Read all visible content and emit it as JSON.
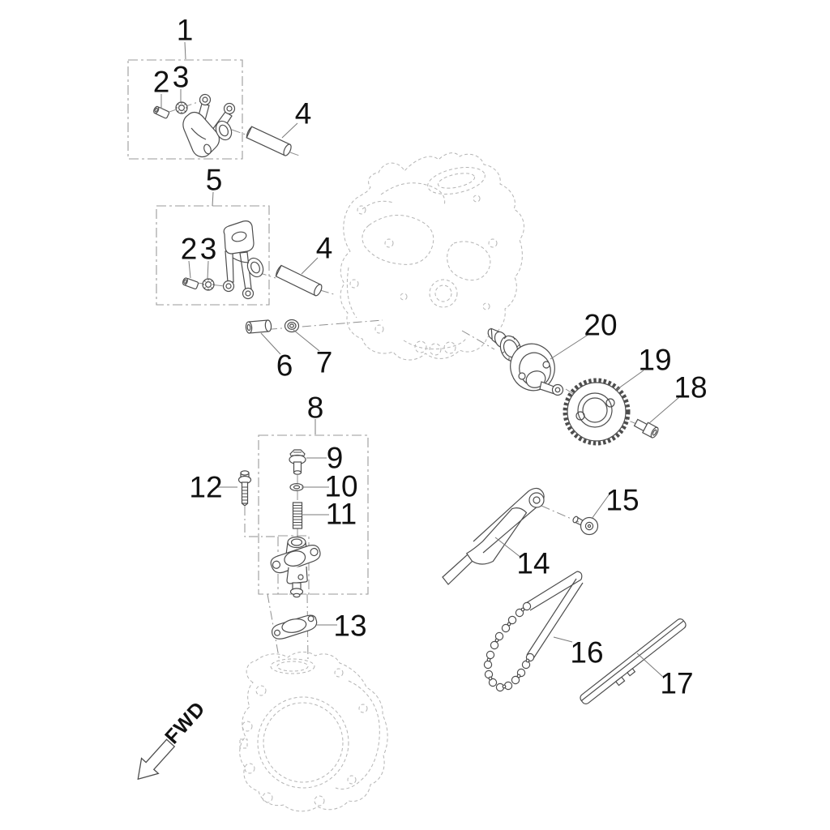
{
  "diagram": {
    "direction_label": "FWD",
    "callouts": {
      "c1": "1",
      "c2a": "2",
      "c3a": "3",
      "c4a": "4",
      "c5": "5",
      "c2b": "2",
      "c3b": "3",
      "c4b": "4",
      "c6": "6",
      "c7": "7",
      "c8": "8",
      "c9": "9",
      "c10": "10",
      "c11": "11",
      "c12": "12",
      "c13": "13",
      "c14": "14",
      "c15": "15",
      "c16": "16",
      "c17": "17",
      "c18": "18",
      "c19": "19",
      "c20": "20"
    },
    "icons": {
      "fwd_arrow": "arrow-down-left"
    },
    "colors": {
      "background": "#ffffff",
      "part_line": "#4d4d4d",
      "ghost_line": "#b4b4b4",
      "label_text": "#111111",
      "leader_line": "#7a7a7a"
    }
  }
}
